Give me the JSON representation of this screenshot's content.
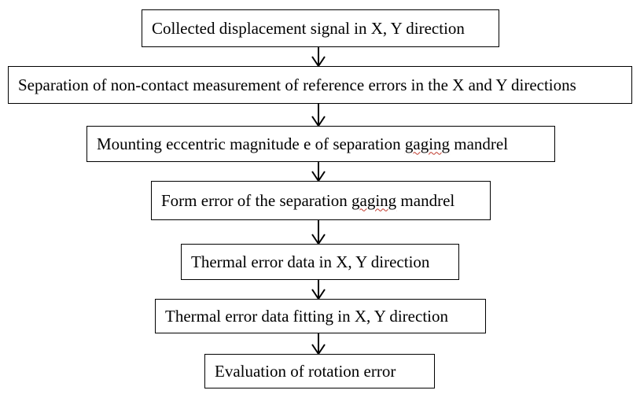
{
  "flowchart": {
    "steps": [
      {
        "label": "Collected displacement signal in X, Y direction"
      },
      {
        "label": "Separation of non-contact measurement of reference errors in the X and Y directions"
      },
      {
        "label_before": "Mounting eccentric magnitude e of separation ",
        "label_marked": "gaging",
        "label_after": " mandrel"
      },
      {
        "label_before": "Form error of the separation ",
        "label_marked": "gaging",
        "label_after": " mandrel"
      },
      {
        "label": "Thermal error data in X, Y direction"
      },
      {
        "label": "Thermal error data fitting in X, Y direction"
      },
      {
        "label": "Evaluation of rotation error"
      }
    ]
  }
}
